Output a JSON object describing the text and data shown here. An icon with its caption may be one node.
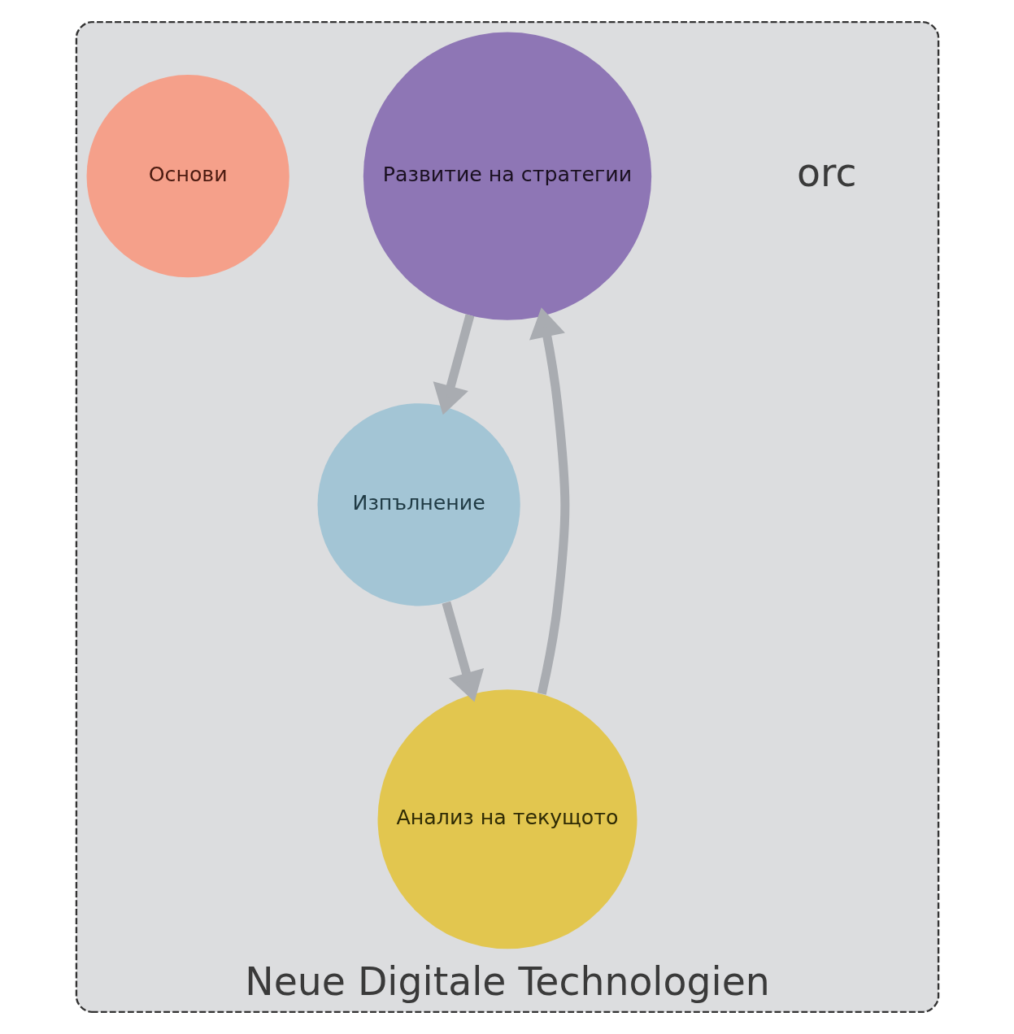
{
  "diagram": {
    "nodes": [
      {
        "text": [
          "Neue Digitale Technologien"
        ]
      },
      {
        "text": [
          "Развитие на стратегии"
        ],
        "in": 0
      },
      {
        "text": [
          "Изпълнение"
        ],
        "in": 0
      },
      {
        "text": [
          "Анализ на текущото"
        ],
        "in": 0
      },
      {
        "text": [
          "Основи"
        ],
        "in": 0
      }
    ],
    "edges": [
      {
        "from": 1,
        "to": 2,
        "arrow": "to"
      },
      {
        "from": 2,
        "to": 3,
        "arrow": "to"
      },
      {
        "from": 3,
        "to": 1,
        "arrow": "to"
      }
    ],
    "labels": [
      "orc"
    ]
  }
}
